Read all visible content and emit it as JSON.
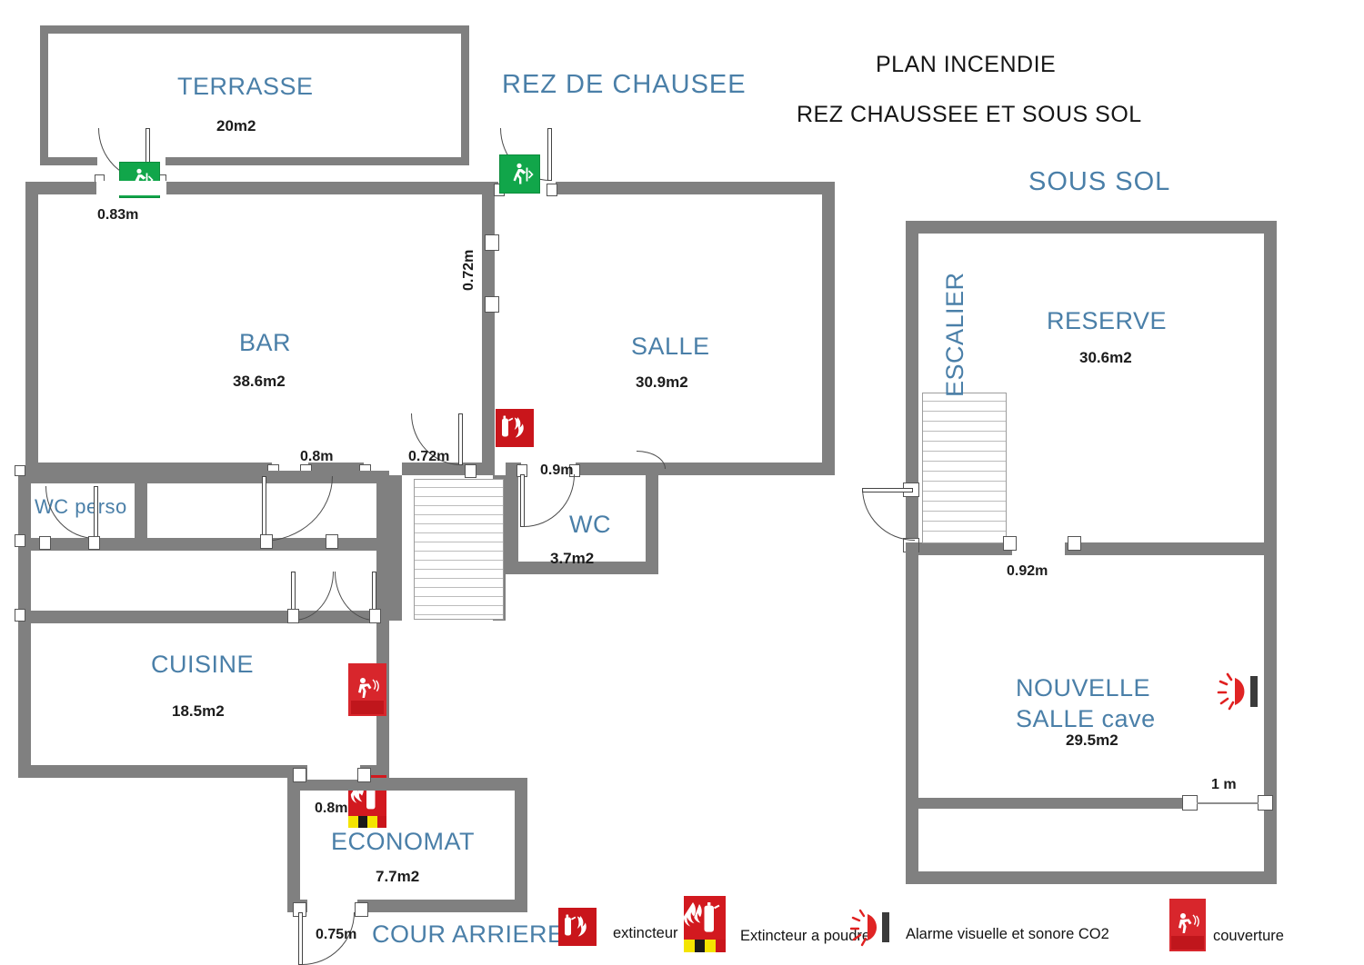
{
  "titles": {
    "main": "PLAN INCENDIE",
    "sub": "REZ CHAUSSEE ET SOUS SOL",
    "floor_ground": "REZ DE CHAUSEE",
    "floor_basement": "SOUS SOL"
  },
  "rooms": {
    "terrasse": {
      "name": "TERRASSE",
      "area": "20m2"
    },
    "bar": {
      "name": "BAR",
      "area": "38.6m2"
    },
    "salle": {
      "name": "SALLE",
      "area": "30.9m2"
    },
    "wc": {
      "name": "WC",
      "area": "3.7m2"
    },
    "wc_perso": {
      "name": "WC perso",
      "area": ""
    },
    "cuisine": {
      "name": "CUISINE",
      "area": "18.5m2"
    },
    "economat": {
      "name": "ECONOMAT",
      "area": "7.7m2"
    },
    "cour_arriere": {
      "name": "COUR ARRIERE",
      "area": ""
    },
    "reserve": {
      "name": "RESERVE",
      "area": "30.6m2"
    },
    "nouvelle_salle": {
      "name": "NOUVELLE",
      "name2": "SALLE cave",
      "area": "29.5m2"
    },
    "escalier": {
      "name": "ESCALIER",
      "area": ""
    }
  },
  "dimensions": {
    "terrasse_door": "0.83m",
    "bar_salle_wall": "0.72m",
    "bar_door_cuisine": "0.8m",
    "bar_door_hall": "0.72m",
    "salle_wc_door": "0.9m",
    "cuisine_economat_door": "0.8m",
    "cour_door": "0.75m",
    "reserve_door": "0.92m",
    "cave_door": "1 m"
  },
  "legend": [
    {
      "icon": "extincteur-icon",
      "label": "extincteur"
    },
    {
      "icon": "extincteur-poudre-icon",
      "label": "Extincteur a poudre"
    },
    {
      "icon": "alarme-co2-icon",
      "label": "Alarme visuelle et sonore CO2"
    },
    {
      "icon": "couverture-icon",
      "label": "couverture"
    }
  ],
  "colors": {
    "wall": "#808080",
    "room_text": "#4a7fa8",
    "exit_green": "#11a64a",
    "fire_red": "#c9151b",
    "alarm_red": "#e02020"
  },
  "equipment": {
    "exit_signs": 2,
    "extincteurs": 2,
    "extincteur_poudre": 1,
    "couvertures": 1,
    "alarmes": 1
  }
}
